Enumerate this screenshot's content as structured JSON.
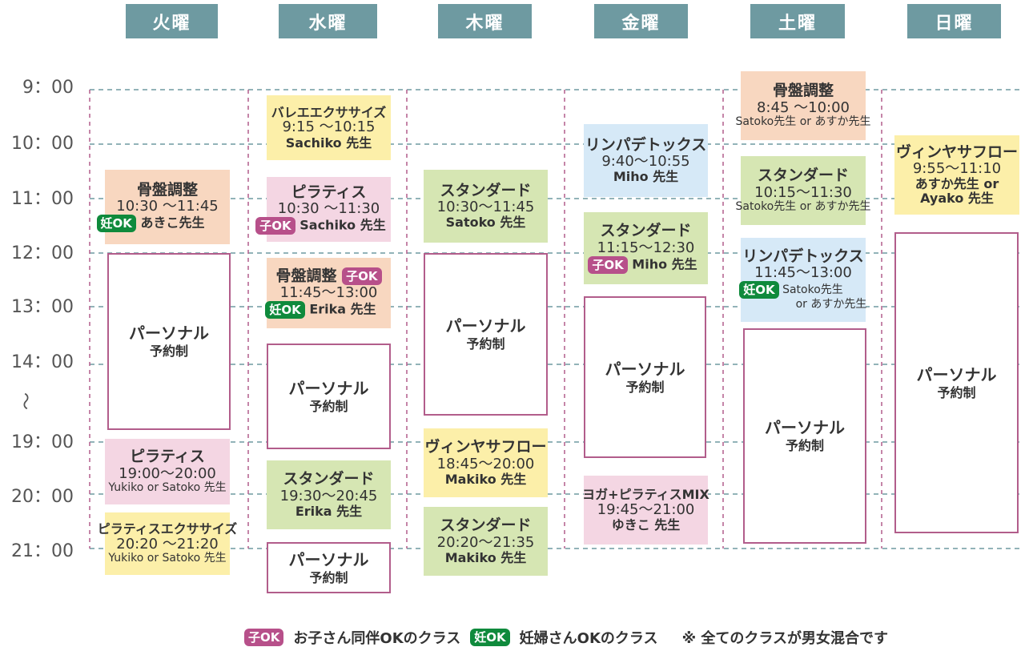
{
  "days": [
    "火曜",
    "水曜",
    "木曜",
    "金曜",
    "土曜",
    "日曜"
  ],
  "times": [
    "9：00",
    "10：00",
    "11：00",
    "12：00",
    "13：00",
    "14：00",
    "〜",
    "19：00",
    "20：00",
    "21：00"
  ],
  "badges": {
    "child": "子OK",
    "pregnant": "妊OK"
  },
  "personal": {
    "name": "パーソナル",
    "note": "予約制"
  },
  "classes": {
    "tue_kotsuban": {
      "name": "骨盤調整",
      "time": "10:30 〜11:45",
      "inst": "あきこ先生"
    },
    "tue_pilates": {
      "name": "ピラティス",
      "time": "19:00〜20:00",
      "inst": "Yukiko or Satoko 先生"
    },
    "tue_pilates_ex": {
      "name": "ピラティスエクササイズ",
      "time": "20:20 〜21:20",
      "inst": "Yukiko or Satoko 先生"
    },
    "wed_ballet": {
      "name": "バレエエクササイズ",
      "time": "9:15 〜10:15",
      "inst": "Sachiko 先生"
    },
    "wed_pilates": {
      "name": "ピラティス",
      "time": "10:30 〜11:30",
      "inst": "Sachiko 先生"
    },
    "wed_kotsuban": {
      "name": "骨盤調整",
      "time": "11:45〜13:00",
      "inst": "Erika 先生"
    },
    "wed_standard": {
      "name": "スタンダード",
      "time": "19:30〜20:45",
      "inst": "Erika 先生"
    },
    "thu_standard1": {
      "name": "スタンダード",
      "time": "10:30〜11:45",
      "inst": "Satoko 先生"
    },
    "thu_vinyasa": {
      "name": "ヴィンヤサフロー",
      "time": "18:45〜20:00",
      "inst": "Makiko 先生"
    },
    "thu_standard2": {
      "name": "スタンダード",
      "time": "20:20〜21:35",
      "inst": "Makiko 先生"
    },
    "fri_lymph": {
      "name": "リンパデトックス",
      "time": "9:40〜10:55",
      "inst": "Miho 先生"
    },
    "fri_standard": {
      "name": "スタンダード",
      "time": "11:15〜12:30",
      "inst": "Miho 先生"
    },
    "fri_yoga_mix": {
      "name": "ヨガ+ピラティスMIX",
      "time": "19:45〜21:00",
      "inst": "ゆきこ 先生"
    },
    "sat_kotsuban": {
      "name": "骨盤調整",
      "time": "8:45 〜10:00",
      "inst": "Satoko先生 or あすか先生"
    },
    "sat_standard": {
      "name": "スタンダード",
      "time": "10:15〜11:30",
      "inst": "Satoko先生 or あすか先生"
    },
    "sat_lymph": {
      "name": "リンパデトックス",
      "time": "11:45〜13:00",
      "inst1": "Satoko先生",
      "inst2": "or あすか先生"
    },
    "sun_vinyasa": {
      "name": "ヴィンヤサフロー",
      "time": "9:55〜11:10",
      "inst1": "あすか先生 or",
      "inst2": "Ayako 先生"
    }
  },
  "legend": {
    "child_text": "お子さん同伴OKのクラス",
    "pregnant_text": "妊婦さんOKのクラス",
    "note": "※ 全てのクラスが男女混合です"
  },
  "colors": {
    "header": "#6e9aa1",
    "grid_h": "#6e9aa1",
    "grid_v": "#b25d8b",
    "personal_border": "#b25d8b",
    "badge_child": "#b7508a",
    "badge_pregnant": "#0f8a3c",
    "orange": "#f8d7c0",
    "yellow": "#fcefa9",
    "pink": "#f4d6e3",
    "green": "#d6e6b3",
    "blue": "#d6e9f7"
  }
}
